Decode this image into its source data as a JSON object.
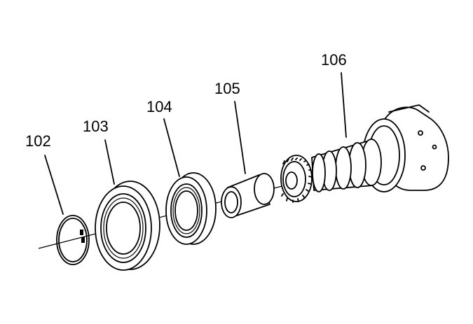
{
  "callouts": {
    "c102": "102",
    "c103": "103",
    "c104": "104",
    "c105": "105",
    "c106": "106"
  }
}
